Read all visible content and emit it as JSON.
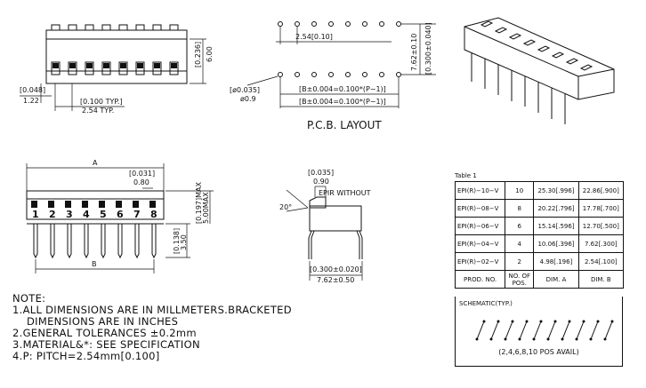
{
  "top_view": {
    "dim_height": "6.00",
    "dim_height_in": "[0.236]",
    "dim_offset_in": "[0.048]",
    "dim_offset": "1.22",
    "dim_pitch_in": "[0.100 TYP.]",
    "dim_pitch": "2.54 TYP."
  },
  "pcb": {
    "title": "P.C.B. LAYOUT",
    "pitch_label": "2.54[0.10]",
    "row_spacing": "7.62±0.10",
    "row_spacing_in": "[0.300±0.040]",
    "hole_dia_in": "[ø0.035]",
    "hole_dia": "ø0.9",
    "b_formula_top": "[B±0.004=0.100*(P−1)]",
    "b_formula_bottom": "[B±0.004=0.100*(P−1)]"
  },
  "side_view": {
    "dim_a": "A",
    "dim_b": "B",
    "dim_031_in": "[0.031]",
    "dim_031": "0.80",
    "dim_max_in": "[0.197]MAX",
    "dim_max": "5.00MAX",
    "dim_lead_in": "[0.138]",
    "dim_lead": "3.50",
    "pin_numbers": [
      "1",
      "2",
      "3",
      "4",
      "5",
      "6",
      "7",
      "8"
    ]
  },
  "end_view": {
    "dim_035_in": "[0.035]",
    "dim_035": "0.90",
    "label": "EPIR WITHOUT",
    "angle": "20°",
    "dim_width_in": "[0.300±0.020]",
    "dim_width": "7.62±0.50"
  },
  "notes": {
    "title": "NOTE:",
    "line1": "1.ALL DIMENSIONS ARE IN MILLMETERS.BRACKETED",
    "line1b": "DIMENSIONS ARE IN INCHES",
    "line2": "2.GENERAL TOLERANCES ±0.2mm",
    "line3": "3.MATERIAL&*: SEE SPECIFICATION",
    "line4": "4.P: PITCH=2.54mm[0.100]"
  },
  "table": {
    "title": "Table 1",
    "rows": [
      {
        "part": "EPI(R)−10−V",
        "pos": "10",
        "dim_a": "25.30[.996]",
        "dim_b": "22.86[.900]"
      },
      {
        "part": "EPI(R)−08−V",
        "pos": "8",
        "dim_a": "20.22[.796]",
        "dim_b": "17.78[.700]"
      },
      {
        "part": "EPI(R)−06−V",
        "pos": "6",
        "dim_a": "15.14[.596]",
        "dim_b": "12.70[.500]"
      },
      {
        "part": "EPI(R)−04−V",
        "pos": "4",
        "dim_a": "10.06[.396]",
        "dim_b": "7.62[.300]"
      },
      {
        "part": "EPI(R)−02−V",
        "pos": "2",
        "dim_a": "4.98[.196]",
        "dim_b": "2.54[.100]"
      }
    ],
    "header": {
      "part": "PROD. NO.",
      "pos_line1": "NO. OF",
      "pos_line2": "POS.",
      "dim_a": "DIM. A",
      "dim_b": "DIM. B"
    },
    "schematic_title": "SCHEMATIC(TYP.)",
    "schematic_caption": "(2,4,6,8,10 POS AVAIL)"
  }
}
